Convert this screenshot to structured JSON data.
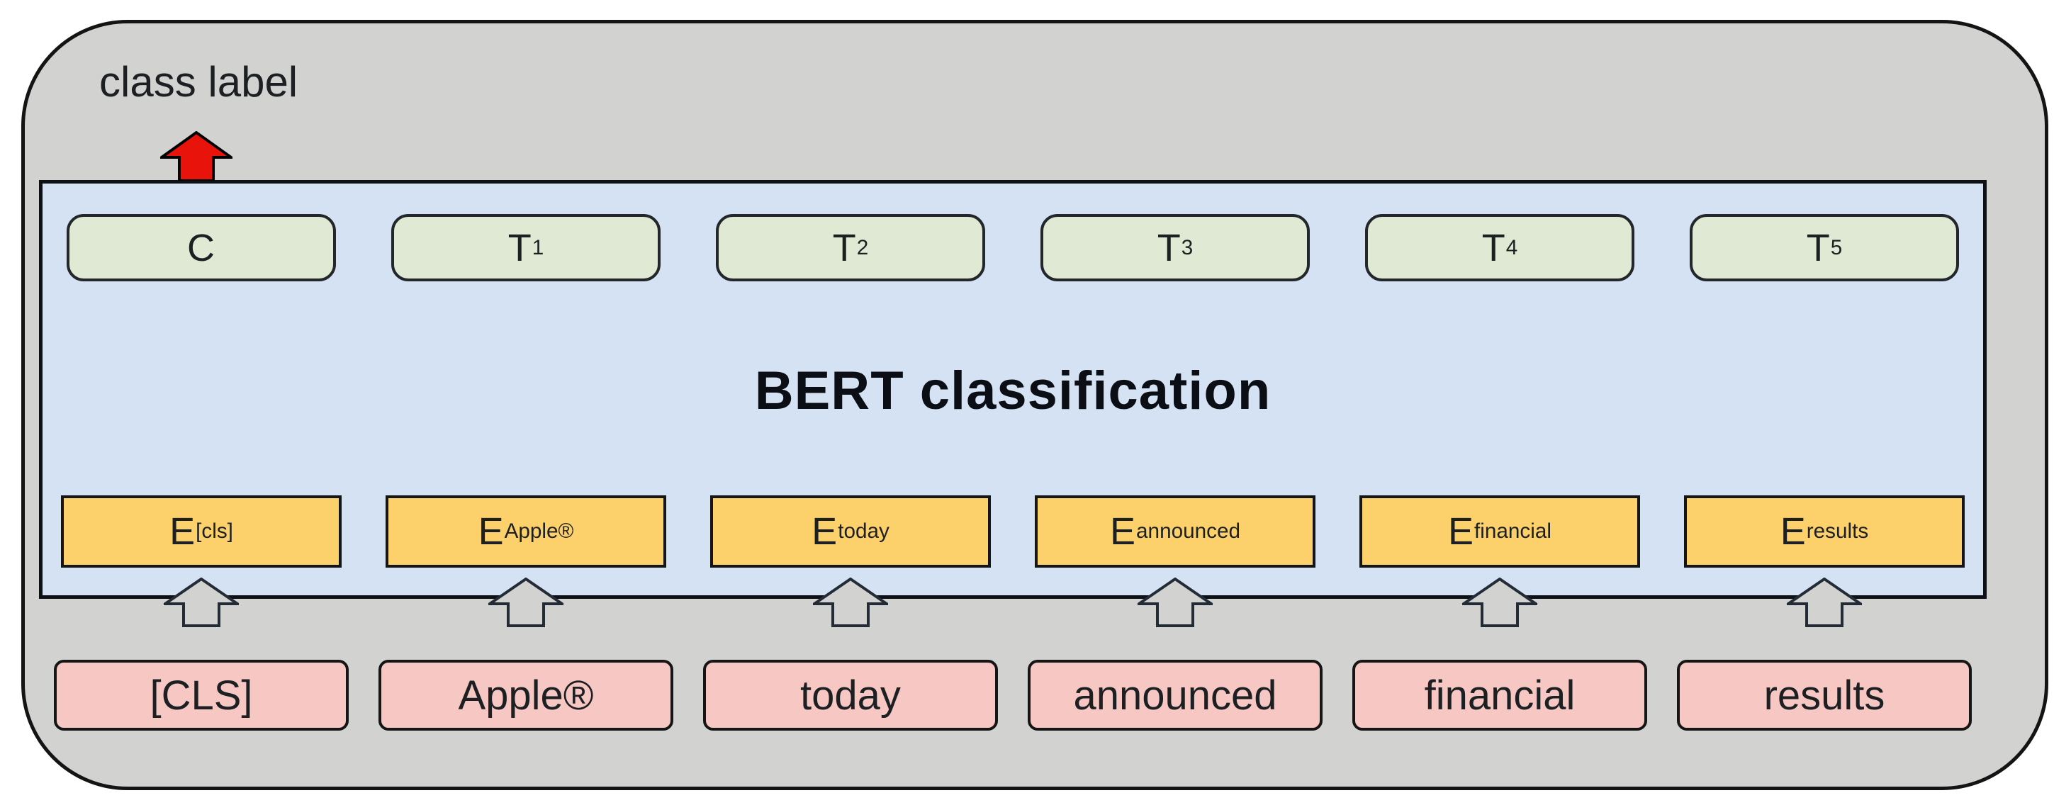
{
  "labels": {
    "class_label": "class label",
    "model_title": "BERT classification"
  },
  "outputs": [
    {
      "base": "C",
      "sub": ""
    },
    {
      "base": "T",
      "sub": "1"
    },
    {
      "base": "T",
      "sub": "2"
    },
    {
      "base": "T",
      "sub": "3"
    },
    {
      "base": "T",
      "sub": "4"
    },
    {
      "base": "T",
      "sub": "5"
    }
  ],
  "embeddings": [
    {
      "base": "E",
      "sub": "[cls]"
    },
    {
      "base": "E",
      "sub": "Apple®"
    },
    {
      "base": "E",
      "sub": "today"
    },
    {
      "base": "E",
      "sub": "announced"
    },
    {
      "base": "E",
      "sub": "financial"
    },
    {
      "base": "E",
      "sub": "results"
    }
  ],
  "tokens": [
    "[CLS]",
    "Apple®",
    "today",
    "announced",
    "financial",
    "results"
  ],
  "icons": {
    "class_label_arrow": "red-up-block-arrow",
    "flow_arrow": "gray-up-block-arrow"
  },
  "colors": {
    "bg-page": "#ffffff",
    "bg-outer": "#d2d2d1",
    "border-outer": "#141414",
    "bg-model": "#d4e2f3",
    "border-model": "#0d1015",
    "bg-output": "#dfe9d3",
    "border-output": "#23272b",
    "bg-embed": "#fcd16c",
    "border-embed": "#151515",
    "bg-token": "#f7c8c3",
    "border-token": "#151515",
    "arrow-red": "#e8130a",
    "arrow-red-outline": "#000000",
    "arrow-gray": "#d2d2d1",
    "arrow-gray-outline": "#232b36",
    "text": "#1d2023",
    "title": "#0b0f15"
  }
}
